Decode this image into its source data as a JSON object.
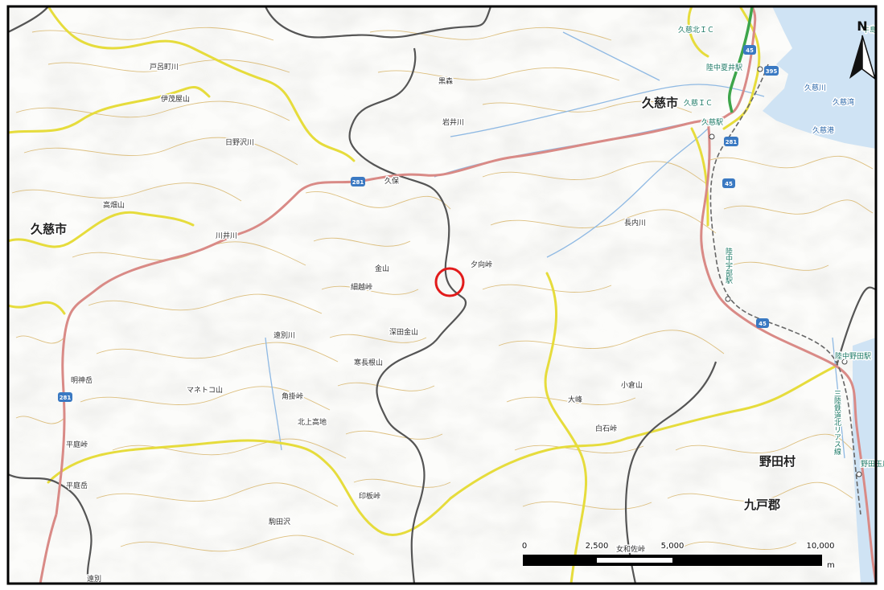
{
  "labels": {
    "kuji_city_center": "久慈市",
    "kuji_city_west": "久慈市",
    "noda_village": "野田村",
    "kunohe_district": "九戸郡",
    "kuji_kita_ic": "久慈北ＩＣ",
    "kuji_ic": "久慈ＩＣ",
    "rikuchu_natsui_sta": "陸中夏井駅",
    "kuji_sta": "久慈駅",
    "rikuchu_ube_sta": "陸中宇部駅",
    "rikuchu_noda_sta": "陸中野田駅",
    "sanriku_railway": "三陸鉄道北リアス線",
    "noda_tamagawa_sta": "野田玉川駅",
    "ushi": "牛島",
    "kuji_river_east": "久慈川",
    "kuji_bay": "久慈湾",
    "kuji_port": "久慈港",
    "kuromori": "黒森",
    "iwai_river": "岩井川",
    "toyamachi_river": "戸呂町川",
    "imoyayama": "伊茂屋山",
    "hinosawa_river": "日野沢川",
    "takahatayama": "高畑山",
    "kawai_river": "川井川",
    "kuji_name": "久保",
    "kanayama": "金山",
    "hosoki_pass": "細越峠",
    "yuhazu_pass": "夕向峠",
    "fukadakanayama": "深田金山",
    "kannebayama": "寒長根山",
    "osanai_river": "長内川",
    "myojindake": "明神岳",
    "manetokoyama": "マネトコ山",
    "tobetsu_river": "遠別川",
    "kakubu_pass": "角掛峠",
    "kitakami_highland": "北上高地",
    "hirabira_pass": "平庭峠",
    "hirabiradake": "平庭岳",
    "inohana_pass": "印板峠",
    "ogurayama": "小倉山",
    "omine": "大峰",
    "shiraishi_pass": "白石峠",
    "kakusawa": "駒田沢",
    "tobetsu_area": "遠別",
    "onna_wakatoge": "女和佐峠"
  },
  "route_shields": [
    "281",
    "281",
    "281",
    "45",
    "45",
    "45",
    "395"
  ],
  "north_arrow": {
    "letter": "N"
  },
  "scale_bar": {
    "ticks": [
      "0",
      "2,500",
      "5,000",
      "10,000"
    ],
    "unit": "m"
  },
  "colors": {
    "land": "#fcfcfa",
    "contour": "#d8b56a",
    "boundary_yellow": "#e6dc3c",
    "road_national": "#d98a86",
    "boundary_gray": "#555555",
    "water": "#cfe3f4",
    "river": "#8fb9e3",
    "marker": "#e21b1b",
    "expressway": "#3da54a"
  }
}
